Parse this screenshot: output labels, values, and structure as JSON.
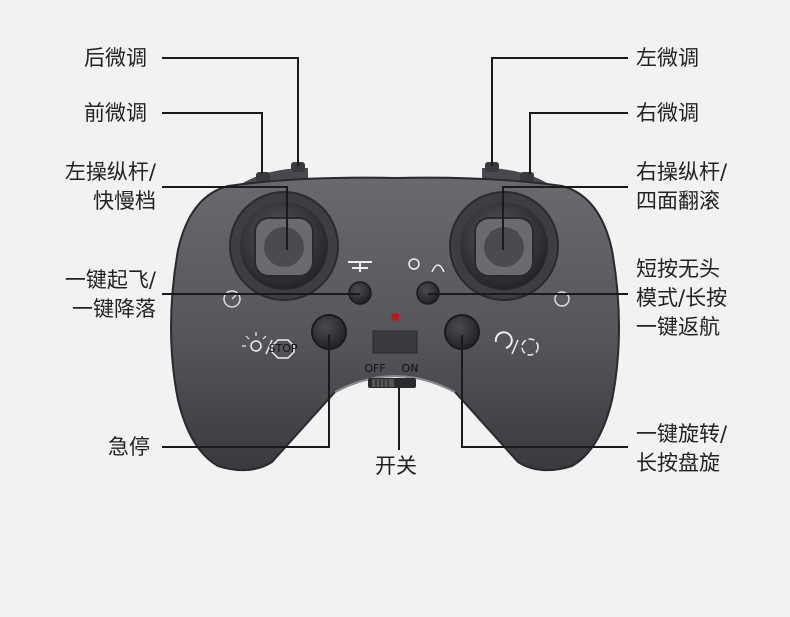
{
  "labels": {
    "rear_trim": "后微调",
    "front_trim": "前微调",
    "left_stick_1": "左操纵杆/",
    "left_stick_2": "快慢档",
    "takeoff_1": "一键起飞/",
    "takeoff_2": "一键降落",
    "emergency_stop": "急停",
    "left_trim": "左微调",
    "right_trim": "右微调",
    "right_stick_1": "右操纵杆/",
    "right_stick_2": "四面翻滚",
    "headless_1": "短按无头",
    "headless_2": "模式/长按",
    "headless_3": "一键返航",
    "power_switch": "开关",
    "rotate_1": "一键旋转/",
    "rotate_2": "长按盘旋"
  },
  "controller": {
    "switch_off": "OFF",
    "switch_on": "ON",
    "stop_badge": "STOP"
  },
  "colors": {
    "body": "#5a5a5e",
    "body_dark": "#3b3b3f",
    "stick": "#2e2e32",
    "line": "#1a1a1a",
    "led": "#c0171e"
  }
}
